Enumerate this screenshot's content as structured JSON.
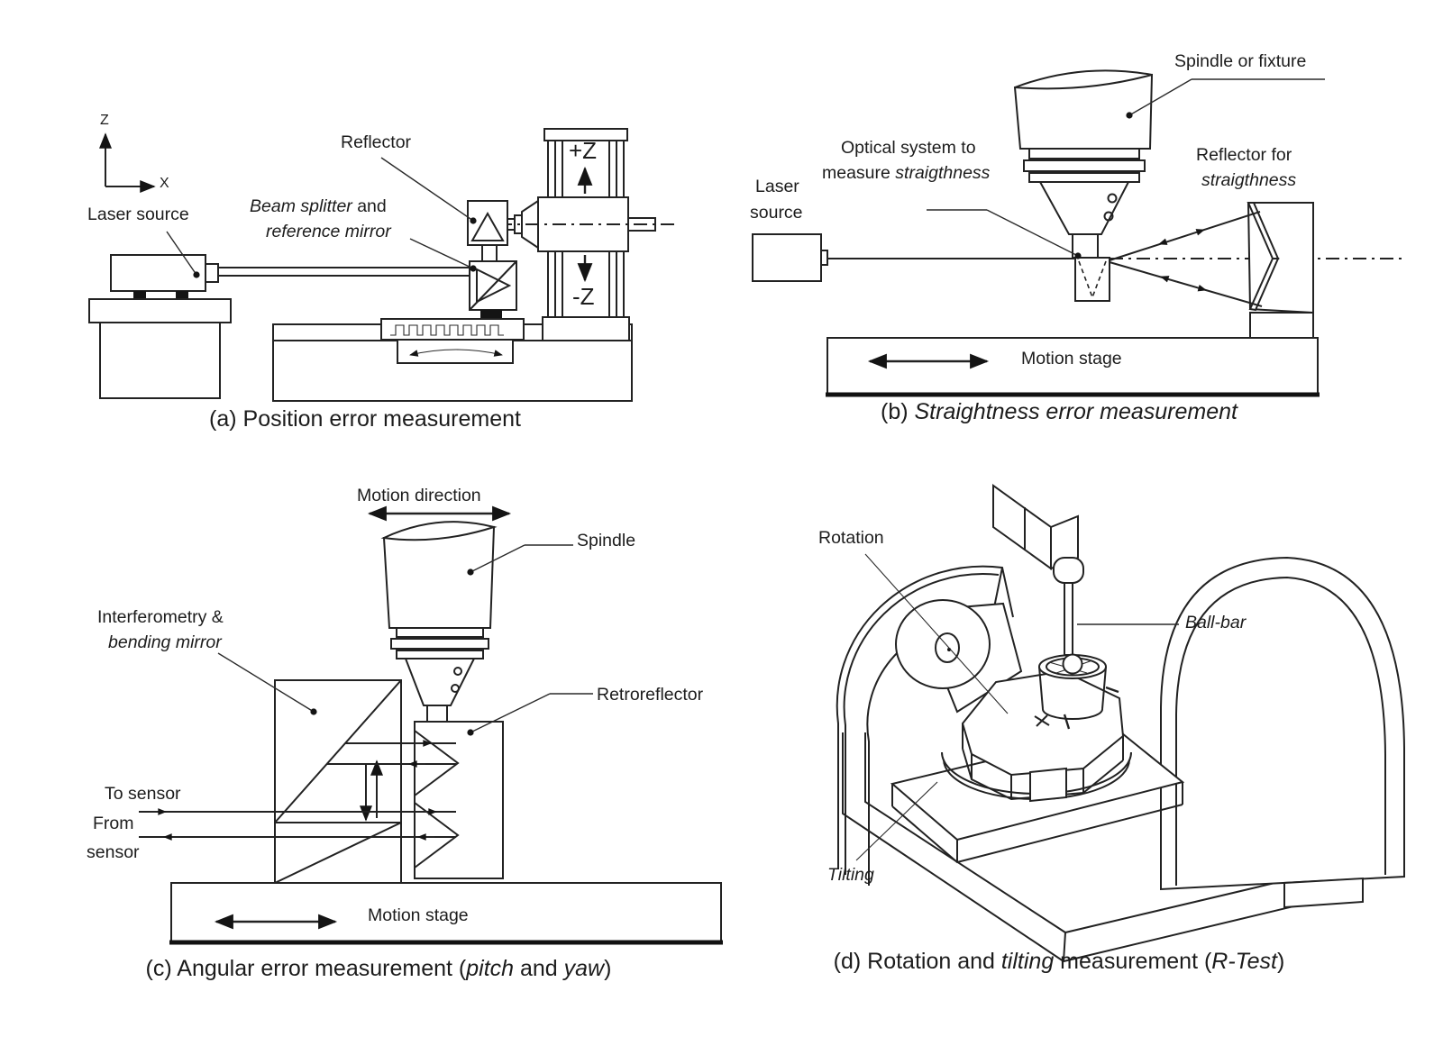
{
  "colors": {
    "ink": "#1c1c1c",
    "background": "#ffffff"
  },
  "panels": {
    "a": {
      "caption": {
        "p1": "(a) Position error measurement"
      },
      "labels": {
        "z": "Z",
        "x": "X",
        "laser_source": "Laser source",
        "reflector": "Reflector",
        "beam_splitter_it": "Beam splitter",
        "beam_splitter_and": " and",
        "reference_mirror_it": "reference mirror",
        "plus_z": "+Z",
        "minus_z": "-Z"
      }
    },
    "b": {
      "caption": {
        "p1": "(b) ",
        "p2_it": "Straightness error measurement"
      },
      "labels": {
        "spindle_or_fixture": "Spindle or fixture",
        "optical_1": "Optical system to",
        "optical_2a": "measure ",
        "optical_2b_it": "straigthness",
        "laser_1": "Laser",
        "laser_2": "source",
        "reflector_1": "Reflector for",
        "reflector_2_it": "straigthness",
        "motion_stage": "Motion stage"
      }
    },
    "c": {
      "caption": {
        "p1": "(c) Angular error measurement (",
        "p2_it": "pitch",
        "p3": " and ",
        "p4_it": "yaw",
        "p5": ")"
      },
      "labels": {
        "motion_direction": "Motion direction",
        "spindle": "Spindle",
        "interferometry_1": "Interferometry &",
        "interferometry_2_it": "bending mirror",
        "retroreflector": "Retroreflector",
        "to_sensor": "To sensor",
        "from_1": "From",
        "from_2": "sensor",
        "motion_stage": "Motion stage"
      }
    },
    "d": {
      "caption": {
        "p1": "(d) Rotation and ",
        "p2_it": "tilting",
        "p3": " measurement (",
        "p4_it": "R-Test",
        "p5": ")"
      },
      "labels": {
        "rotation": "Rotation",
        "ball_bar_it": "Ball-bar",
        "tilting_it": "Tilting"
      }
    }
  }
}
